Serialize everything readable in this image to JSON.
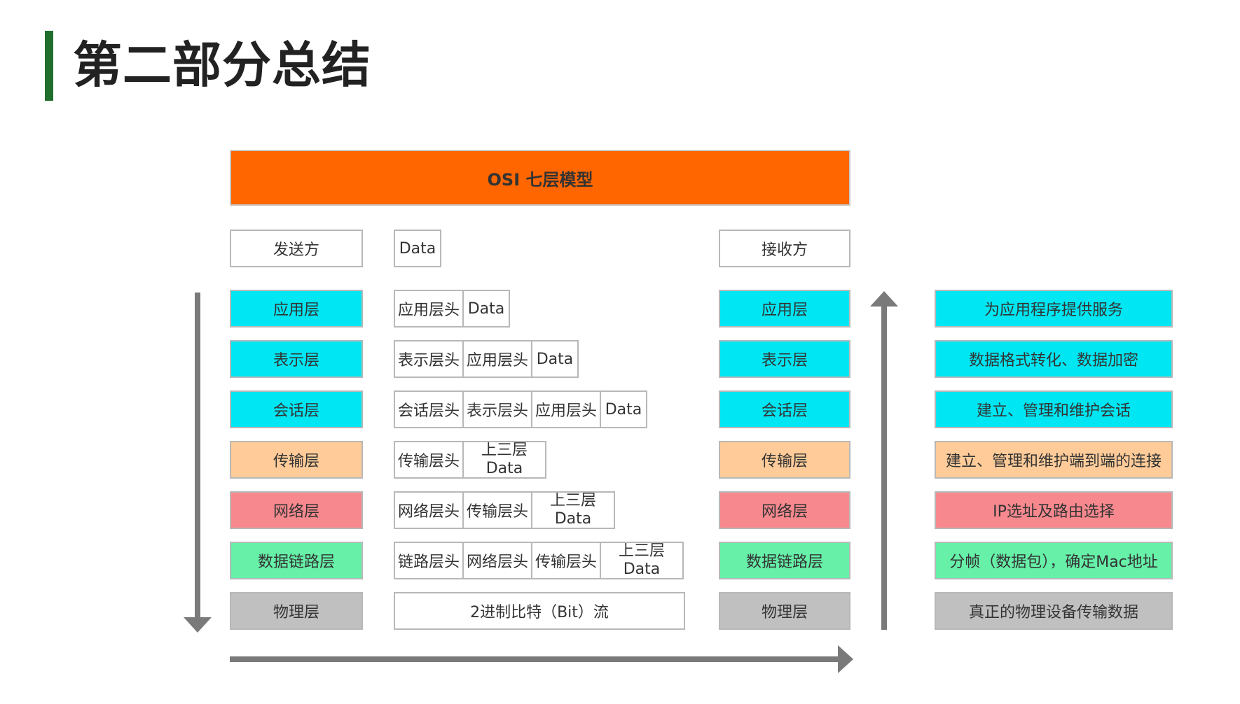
{
  "page": {
    "title": "第二部分总结"
  },
  "diagram": {
    "header": "OSI 七层模型",
    "sender_label": "发送方",
    "receiver_label": "接收方",
    "data_label": "Data",
    "colors": {
      "header": "#ff6600",
      "upper_layers": "#00e6f2",
      "transport": "#ffcc99",
      "network": "#f7898e",
      "data_link": "#66f0a8",
      "physical": "#c0c0c0",
      "arrow": "#7a7a7a",
      "title_accent": "#1f6e2c"
    },
    "layers": [
      {
        "name": "应用层",
        "desc": "为应用程序提供服务"
      },
      {
        "name": "表示层",
        "desc": "数据格式转化、数据加密"
      },
      {
        "name": "会话层",
        "desc": "建立、管理和维护会话"
      },
      {
        "name": "传输层",
        "desc": "建立、管理和维护端到端的连接"
      },
      {
        "name": "网络层",
        "desc": "IP选址及路由选择"
      },
      {
        "name": "数据链路层",
        "desc": "分帧（数据包），确定Mac地址"
      },
      {
        "name": "物理层",
        "desc": "真正的物理设备传输数据"
      }
    ],
    "encapsulation": {
      "app_row": [
        "应用层头",
        "Data"
      ],
      "pres_row": [
        "表示层头",
        "应用层头",
        "Data"
      ],
      "sess_row": [
        "会话层头",
        "表示层头",
        "应用层头",
        "Data"
      ],
      "trans_row": [
        "传输层头"
      ],
      "net_row": [
        "网络层头",
        "传输层头"
      ],
      "link_row": [
        "链路层头",
        "网络层头",
        "传输层头"
      ],
      "upper_data_line1": "上三层",
      "upper_data_line2": "Data",
      "bitstream": "2进制比特（Bit）流"
    }
  }
}
